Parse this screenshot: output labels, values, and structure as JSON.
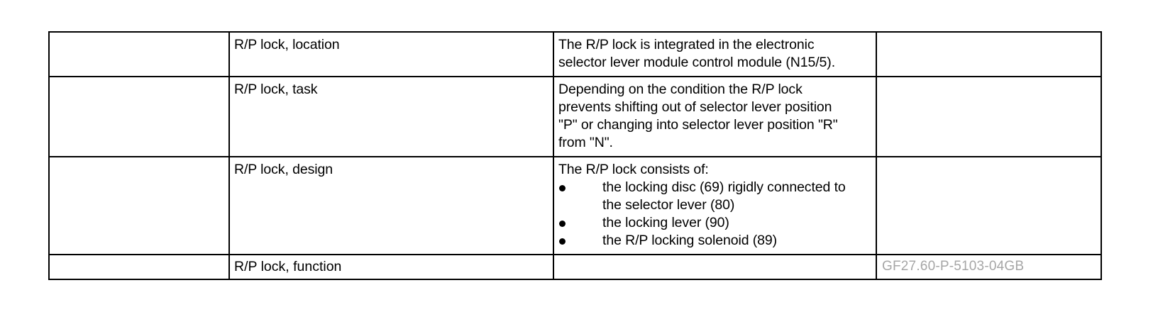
{
  "document": {
    "type": "technical-specification-table",
    "columns": [
      "",
      "topic",
      "description",
      "reference"
    ],
    "rows": [
      {
        "id": "location",
        "col_a": "",
        "topic": "R/P lock, location",
        "description_lines": [
          "The R/P lock is integrated in the electronic",
          "selector lever module control module (N15/5)."
        ],
        "bullets": [],
        "reference": ""
      },
      {
        "id": "task",
        "col_a": "",
        "topic": "R/P lock, task",
        "description_lines": [
          "Depending on the condition the R/P lock",
          "prevents shifting out of selector lever position",
          "\"P\" or changing into selector lever position \"R\"",
          "from \"N\"."
        ],
        "bullets": [],
        "reference": ""
      },
      {
        "id": "design",
        "col_a": "",
        "topic": "R/P lock, design",
        "description_lines": [
          "The R/P lock consists of:"
        ],
        "bullets": [
          "the locking disc (69) rigidly connected to\nthe selector lever (80)",
          "the locking lever (90)",
          "the R/P locking solenoid (89)"
        ],
        "reference": ""
      },
      {
        "id": "function",
        "col_a": "",
        "topic": "R/P lock, function",
        "description_lines": [],
        "bullets": [],
        "reference": "GF27.60-P-5103-04GB"
      }
    ]
  },
  "colors": {
    "border": "#000000",
    "text": "#000000",
    "reference_text": "#a6a6a6",
    "background": "#ffffff"
  }
}
